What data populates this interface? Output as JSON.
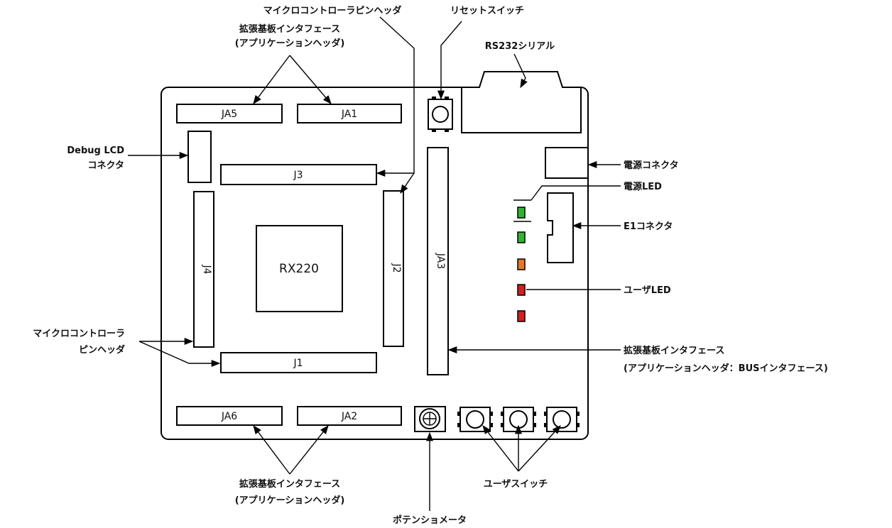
{
  "labels": {
    "mcu_header_top": "マイクロコントローラピンヘッダ",
    "reset_switch": "リセットスイッチ",
    "ext_top_1": "拡張基板インタフェース",
    "ext_top_2": "(アプリケーションヘッダ)",
    "rs232": "RS232シリアル",
    "debug_lcd_1": "Debug LCD",
    "debug_lcd_2": "コネクタ",
    "power_connector": "電源コネクタ",
    "power_led": "電源LED",
    "e1_connector": "E1コネクタ",
    "user_led": "ユーザLED",
    "mcu_header_left_1": "マイクロコントローラ",
    "mcu_header_left_2": "ピンヘッダ",
    "ext_bus_1": "拡張基板インタフェース",
    "ext_bus_2": "(アプリケーションヘッダ：BUSインタフェース)",
    "ext_bottom_1": "拡張基板インタフェース",
    "ext_bottom_2": "(アプリケーションヘッダ)",
    "user_switch": "ユーザスイッチ",
    "potentiometer": "ポテンショメータ"
  },
  "parts": {
    "ja5": "JA5",
    "ja1": "JA1",
    "ja6": "JA6",
    "ja2": "JA2",
    "j1": "J1",
    "j2": "J2",
    "j3": "J3",
    "j4": "J4",
    "ja3": "JA3",
    "mcu": "RX220"
  },
  "colors": {
    "led_green": "#2db52d",
    "led_orange": "#e87722",
    "led_red": "#d42020"
  }
}
